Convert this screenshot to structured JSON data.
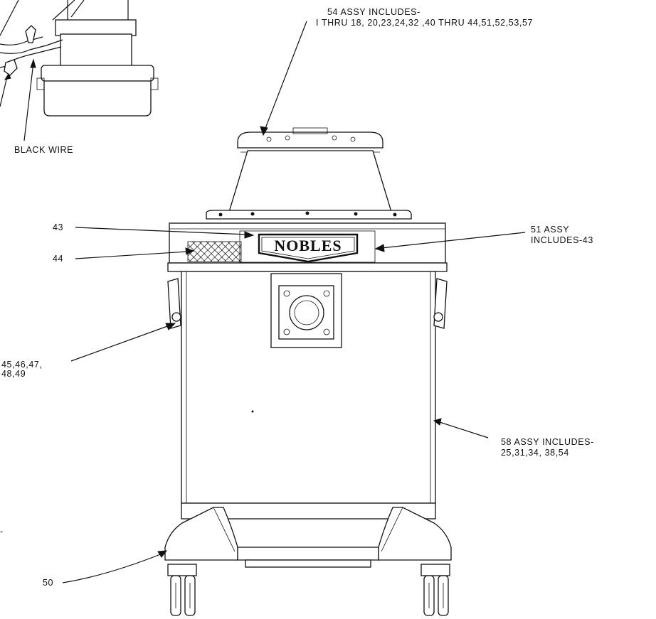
{
  "logo": {
    "text": "NOBLES"
  },
  "labels": {
    "black_wire": "BLACK WIRE",
    "assy_54_title": "54 ASSY INCLUDES-",
    "assy_54_parts": "I THRU 18, 20,23,24,32 ,40 THRU 44,51,52,53,57",
    "callout_43": "43",
    "callout_44": "44",
    "assy_51_title": "51 ASSY",
    "assy_51_parts": "INCLUDES-43",
    "callout_45_line1": "45,46,47,",
    "callout_45_line2": "48,49",
    "assy_58_title": "58 ASSY INCLUDES-",
    "assy_58_parts": "25,31,34, 38,54",
    "callout_50": "50",
    "edge_fragment": "-"
  }
}
